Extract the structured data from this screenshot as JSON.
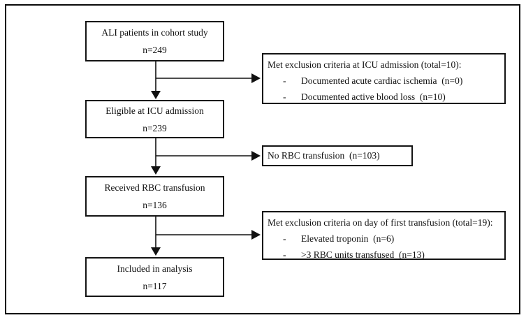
{
  "diagram": {
    "type": "flowchart",
    "colors": {
      "border": "#0a0a0a",
      "box_border": "#141414",
      "background": "#ffffff",
      "text": "#111111",
      "arrow": "#111111"
    },
    "main_boxes": [
      {
        "label": "ALI patients in cohort study",
        "count": "n=249"
      },
      {
        "label": "Eligible at ICU admission",
        "count": "n=239"
      },
      {
        "label": "Received RBC transfusion",
        "count": "n=136"
      },
      {
        "label": "Included in analysis",
        "count": "n=117"
      }
    ],
    "side_boxes": [
      {
        "title": "Met exclusion criteria at ICU admission (total=10):",
        "items": [
          {
            "dash": "-",
            "text": "Documented acute cardiac ischemia  (n=0)"
          },
          {
            "dash": "-",
            "text": "Documented active blood loss  (n=10)"
          }
        ]
      },
      {
        "title": "No RBC transfusion  (n=103)"
      },
      {
        "title": "Met exclusion criteria on day of first transfusion (total=19):",
        "items": [
          {
            "dash": "-",
            "text": "Elevated troponin  (n=6)"
          },
          {
            "dash": "-",
            "text": ">3 RBC units transfused  (n=13)"
          }
        ]
      }
    ]
  }
}
